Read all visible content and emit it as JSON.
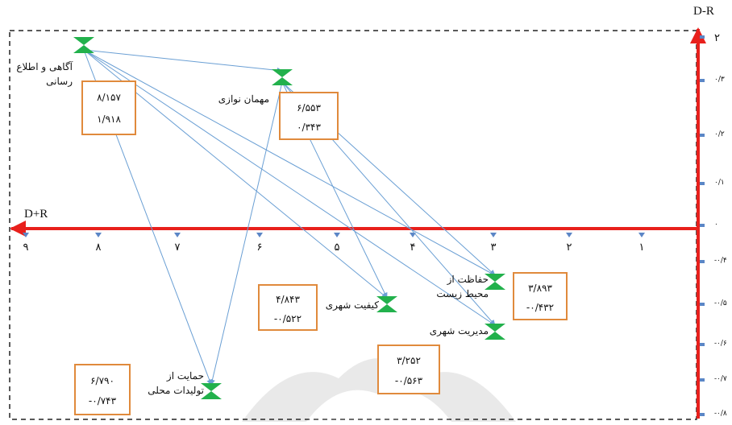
{
  "axes": {
    "y_title": "D-R",
    "x_title": "D+R",
    "x_ticks": [
      "۹",
      "۸",
      "۷",
      "۶",
      "۵",
      "۴",
      "۳",
      "۲",
      "۱"
    ],
    "y_ticks": [
      "۲",
      "۰/۳",
      "۰/۲",
      "۰/۱",
      "۰",
      "-۰/۴",
      "-۰/۵",
      "-۰/۶",
      "-۰/۷",
      "-۰/۸"
    ]
  },
  "nodes": [
    {
      "id": "awareness",
      "label_lines": [
        "آگاهی و اطلاع",
        "رسانی"
      ],
      "value_top": "۸/۱۵۷",
      "value_bottom": "۱/۹۱۸"
    },
    {
      "id": "hospitality",
      "label_lines": [
        "مهمان نوازی"
      ],
      "value_top": "۶/۵۵۳",
      "value_bottom": "۰/۳۴۳"
    },
    {
      "id": "environment",
      "label_lines": [
        "حفاظت از",
        "محیط زیست"
      ],
      "value_top": "۳/۸۹۳",
      "value_bottom": "-۰/۴۳۲"
    },
    {
      "id": "urban_quality",
      "label_lines": [
        "کیفیت شهری"
      ],
      "value_top": "۴/۸۴۳",
      "value_bottom": "-۰/۵۲۲"
    },
    {
      "id": "urban_management",
      "label_lines": [
        "مدیریت شهری"
      ],
      "value_top": "۳/۲۵۲",
      "value_bottom": "-۰/۵۶۳"
    },
    {
      "id": "local_products",
      "label_lines": [
        "حمایت از",
        "تولیدات محلی"
      ],
      "value_top": "۶/۷۹۰",
      "value_bottom": "-۰/۷۴۳"
    }
  ],
  "edges": [
    {
      "from": "awareness",
      "to": "hospitality"
    },
    {
      "from": "awareness",
      "to": "environment"
    },
    {
      "from": "awareness",
      "to": "urban_quality"
    },
    {
      "from": "awareness",
      "to": "urban_management"
    },
    {
      "from": "awareness",
      "to": "local_products"
    },
    {
      "from": "hospitality",
      "to": "environment"
    },
    {
      "from": "hospitality",
      "to": "urban_quality"
    },
    {
      "from": "hospitality",
      "to": "urban_management"
    },
    {
      "from": "hospitality",
      "to": "local_products"
    }
  ],
  "colors": {
    "axis": "#e8201c",
    "arrow": "#6a9fd4",
    "node": "#22b14c",
    "box_border": "#e08a3c",
    "tick_marker": "#5b86c6"
  }
}
